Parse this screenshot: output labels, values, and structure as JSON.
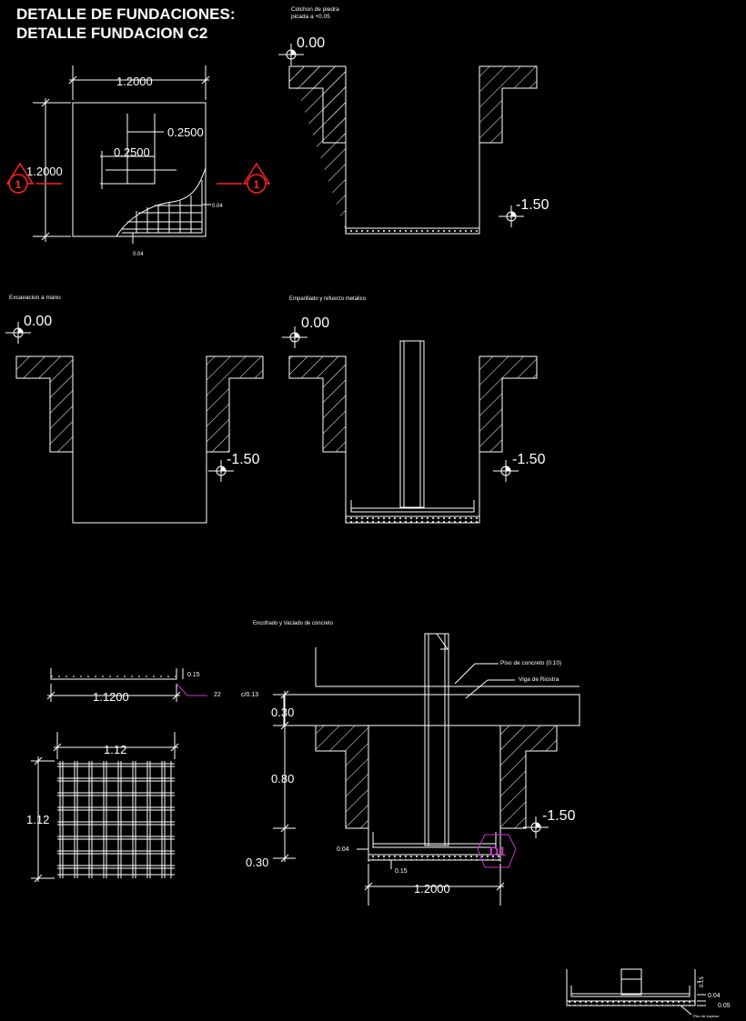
{
  "header": {
    "title_line1": "DETALLE DE FUNDACIONES:",
    "title_line2": "DETALLE FUNDACION C2"
  },
  "plan_view": {
    "dim_width": "1.2000",
    "dim_height": "1.2000",
    "column_dim_a": "0.2500",
    "column_dim_b": "0.2500",
    "cover_right": "0.04",
    "cover_bottom": "0.04",
    "section_marker": "1"
  },
  "section_1": {
    "note_line1": "Colchon de piedra",
    "note_line2": "picada a +0.05",
    "level_top": "0.00",
    "level_bottom": "-1.50"
  },
  "section_2": {
    "caption": "Excavacion a mano",
    "level_top": "0.00",
    "level_bottom": "-1.50"
  },
  "section_3": {
    "caption": "Emparillado y refuerzo metalico",
    "level_top": "0.00",
    "level_bottom": "-1.50"
  },
  "section_4": {
    "caption": "Encofrado y Vaciado de concreto",
    "label_piso": "Piso de concreto (0.10)",
    "label_viga": "Viga de Riostra",
    "dim_030_top": "0.30",
    "dim_080": "0.80",
    "dim_030_bottom": "0.30",
    "dim_004": "0.04",
    "dim_015": "0.15",
    "dim_width": "1.2000",
    "level_bottom": "-1.50",
    "detail_tag": "D1"
  },
  "bar_detail": {
    "dim_length": "1.1200",
    "dim_hook": "0.15",
    "bar_spec_a": "22",
    "bar_spec_b": "c/0.13"
  },
  "mesh_detail": {
    "dim_width": "1.12",
    "dim_height": "1.12"
  },
  "detail_d1": {
    "dim_a": "0.15",
    "dim_b": "0.04",
    "dim_c": "0.05",
    "label": "Piso de espesor"
  },
  "colors": {
    "background": "#000000",
    "lines": "#ffffff",
    "section_marker": "#ff2222",
    "detail_tag": "#cc33cc"
  }
}
